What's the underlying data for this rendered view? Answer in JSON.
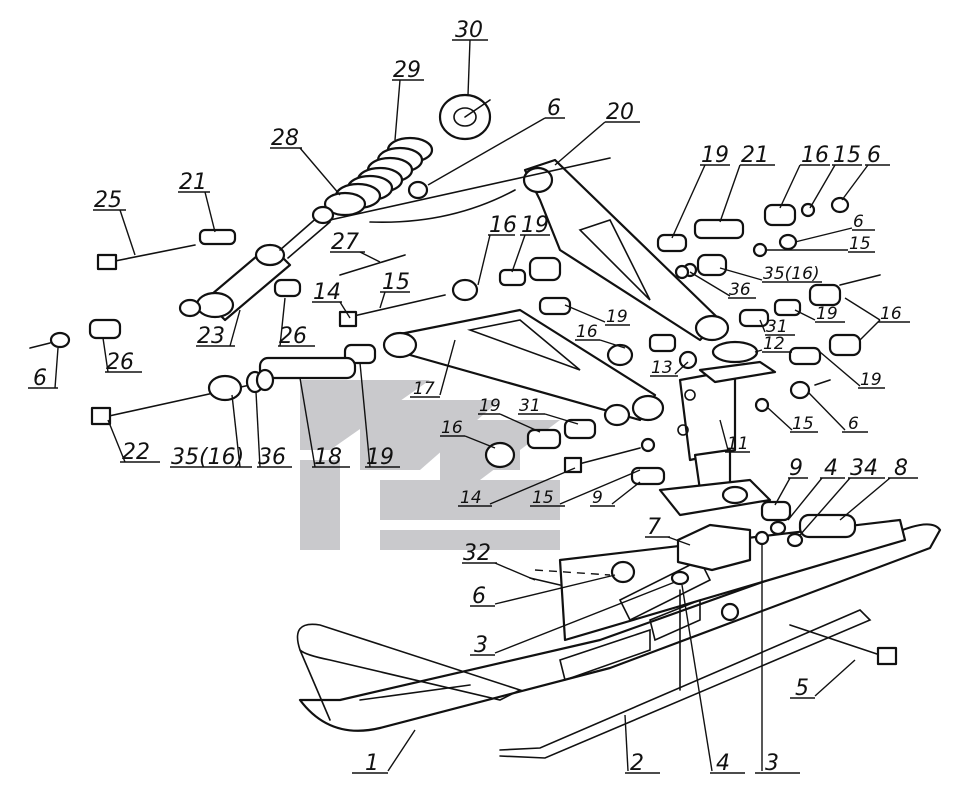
{
  "diagram": {
    "watermark_color": "#c9c9cc",
    "line_color": "#111111",
    "callouts": [
      {
        "id": "c30",
        "label": "30"
      },
      {
        "id": "c29",
        "label": "29"
      },
      {
        "id": "c28",
        "label": "28"
      },
      {
        "id": "c6a",
        "label": "6"
      },
      {
        "id": "c20",
        "label": "20"
      },
      {
        "id": "c19a",
        "label": "19"
      },
      {
        "id": "c21a",
        "label": "21"
      },
      {
        "id": "c16a",
        "label": "16"
      },
      {
        "id": "c15a",
        "label": "15"
      },
      {
        "id": "c6b",
        "label": "6"
      },
      {
        "id": "c25",
        "label": "25"
      },
      {
        "id": "c21b",
        "label": "21"
      },
      {
        "id": "c27",
        "label": "27"
      },
      {
        "id": "c16b",
        "label": "16"
      },
      {
        "id": "c19b",
        "label": "19"
      },
      {
        "id": "c6c",
        "label": "6"
      },
      {
        "id": "c15b",
        "label": "15"
      },
      {
        "id": "c35a",
        "label": "35(16)"
      },
      {
        "id": "c15c",
        "label": "15"
      },
      {
        "id": "c14a",
        "label": "14"
      },
      {
        "id": "c36a",
        "label": "36"
      },
      {
        "id": "c19c",
        "label": "19"
      },
      {
        "id": "c16c",
        "label": "16"
      },
      {
        "id": "c31a",
        "label": "31"
      },
      {
        "id": "c19d",
        "label": "19"
      },
      {
        "id": "c16d",
        "label": "16"
      },
      {
        "id": "c23",
        "label": "23"
      },
      {
        "id": "c26a",
        "label": "26"
      },
      {
        "id": "c6d",
        "label": "6"
      },
      {
        "id": "c26b",
        "label": "26"
      },
      {
        "id": "c12",
        "label": "12"
      },
      {
        "id": "c13",
        "label": "13"
      },
      {
        "id": "c17",
        "label": "17"
      },
      {
        "id": "c19e",
        "label": "19"
      },
      {
        "id": "c19f",
        "label": "19"
      },
      {
        "id": "c31b",
        "label": "31"
      },
      {
        "id": "c16e",
        "label": "16"
      },
      {
        "id": "c15d",
        "label": "15"
      },
      {
        "id": "c6e",
        "label": "6"
      },
      {
        "id": "c11",
        "label": "11"
      },
      {
        "id": "c22",
        "label": "22"
      },
      {
        "id": "c35b",
        "label": "35(16)"
      },
      {
        "id": "c36b",
        "label": "36"
      },
      {
        "id": "c18",
        "label": "18"
      },
      {
        "id": "c19g",
        "label": "19"
      },
      {
        "id": "c14b",
        "label": "14"
      },
      {
        "id": "c15e",
        "label": "15"
      },
      {
        "id": "c9a",
        "label": "9"
      },
      {
        "id": "c9b",
        "label": "9"
      },
      {
        "id": "c4a",
        "label": "4"
      },
      {
        "id": "c34",
        "label": "34"
      },
      {
        "id": "c8",
        "label": "8"
      },
      {
        "id": "c7",
        "label": "7"
      },
      {
        "id": "c32",
        "label": "32"
      },
      {
        "id": "c6f",
        "label": "6"
      },
      {
        "id": "c3a",
        "label": "3"
      },
      {
        "id": "c5",
        "label": "5"
      },
      {
        "id": "c1",
        "label": "1"
      },
      {
        "id": "c2",
        "label": "2"
      },
      {
        "id": "c4b",
        "label": "4"
      },
      {
        "id": "c3b",
        "label": "3"
      }
    ]
  }
}
